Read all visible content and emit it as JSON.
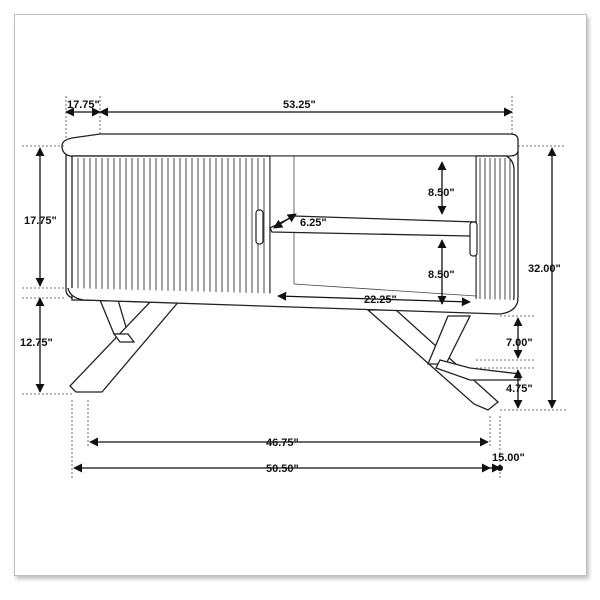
{
  "diagram": {
    "title": "",
    "labels": {
      "top_depth": "17.75\"",
      "top_width": "53.25\"",
      "cabinet_height": "17.75\"",
      "leg_height": "12.75\"",
      "upper_compartment": "8.50\"",
      "shelf_depth": "6.25\"",
      "lower_compartment": "8.50\"",
      "interior_width": "22.25\"",
      "total_height": "32.00\"",
      "leg_rise": "7.00\"",
      "floor_clearance": "4.75\"",
      "leg_inner_span": "46.75\"",
      "leg_outer_span": "50.50\"",
      "leg_depth": "15.00\""
    }
  }
}
